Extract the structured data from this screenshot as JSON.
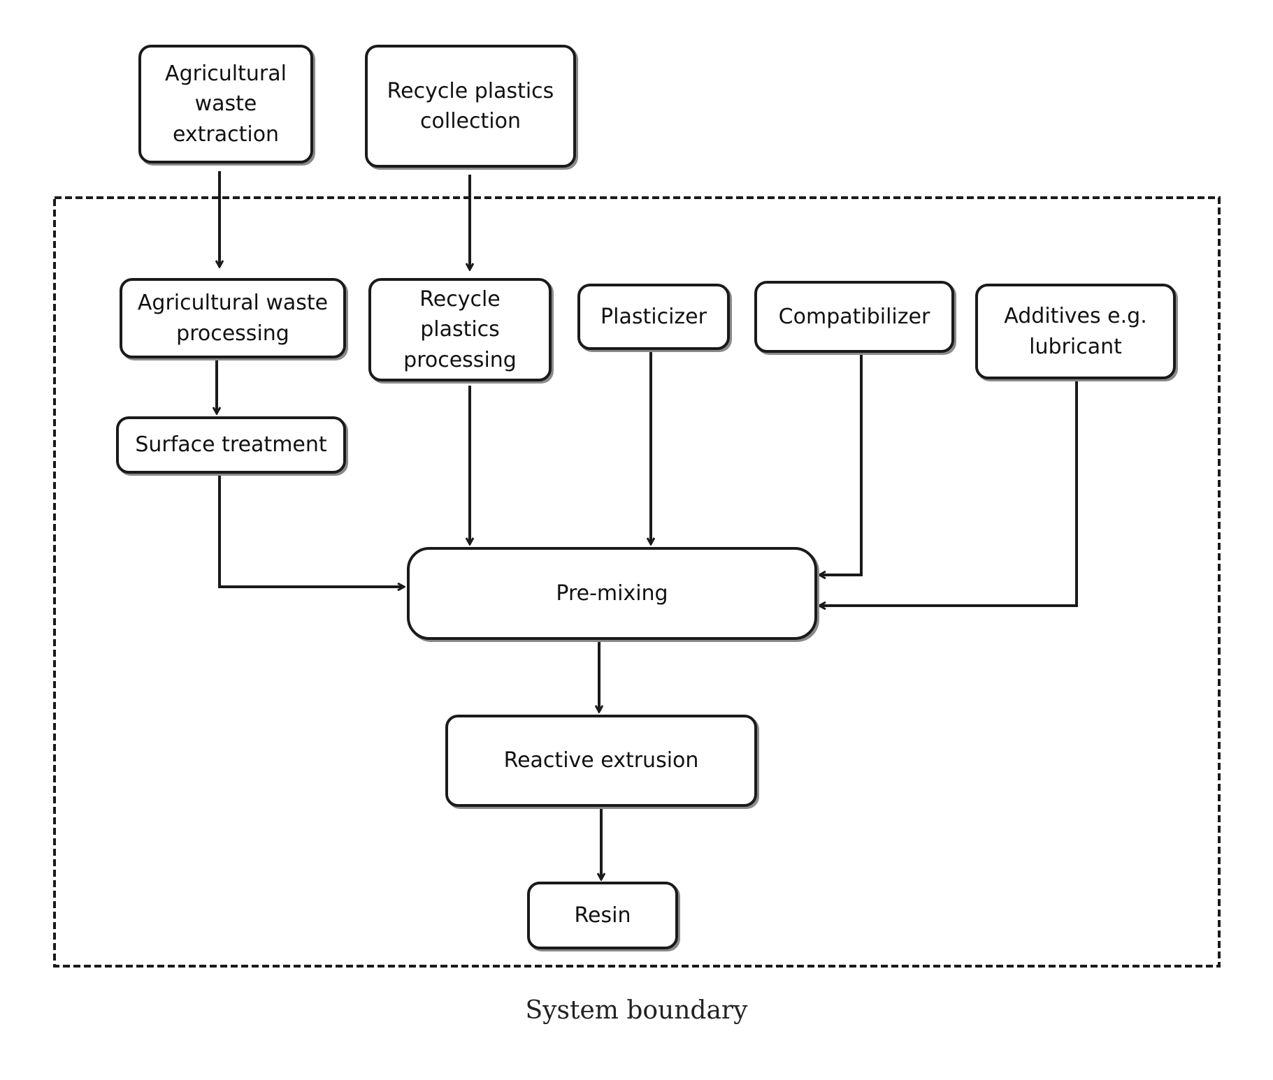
{
  "colors": {
    "stroke": "#1a1a1a",
    "shadow": "#8a8a8a",
    "background": "#ffffff"
  },
  "nodes": {
    "ag_extraction": "Agricultural\nwaste\nextraction",
    "recycle_collection": "Recycle plastics\ncollection",
    "ag_processing": "Agricultural waste\nprocessing",
    "recycle_processing": "Recycle\nplastics\nprocessing",
    "plasticizer": "Plasticizer",
    "compatibilizer": "Compatibilizer",
    "additives": "Additives e.g.\nlubricant",
    "surface_treatment": "Surface treatment",
    "premixing": "Pre-mixing",
    "reactive_extrusion": "Reactive extrusion",
    "resin": "Resin"
  },
  "boundary_label": "System boundary"
}
